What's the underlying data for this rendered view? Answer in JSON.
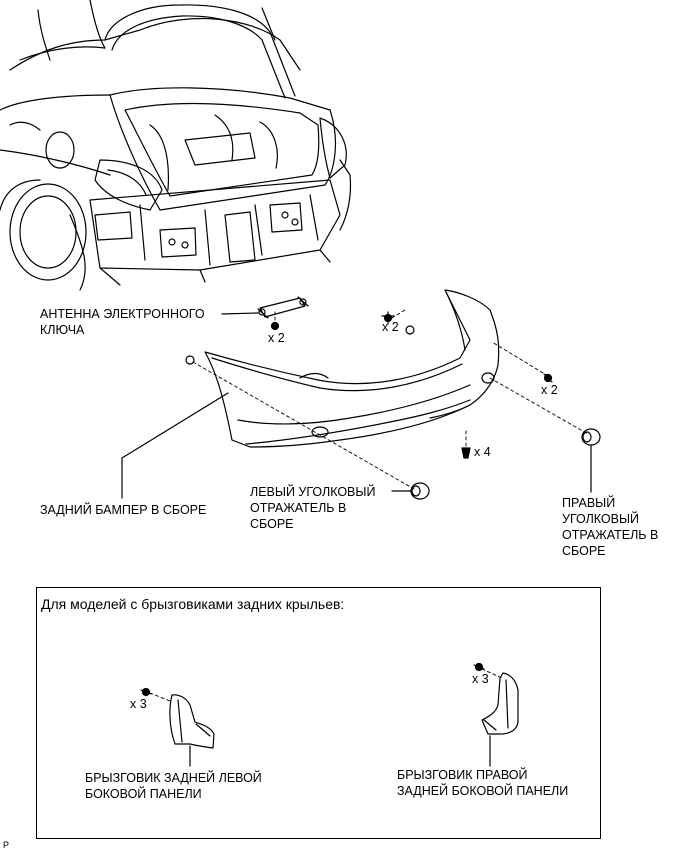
{
  "labels": {
    "antenna": "АНТЕННА ЭЛЕКТРОННОГО\nКЛЮЧА",
    "rear_bumper": "ЗАДНИЙ БАМПЕР В СБОРЕ",
    "left_reflector": "ЛЕВЫЙ УГОЛКОВЫЙ\nОТРАЖАТЕЛЬ В\nСБОРЕ",
    "right_reflector": "ПРАВЫЙ\nУГОЛКОВЫЙ\nОТРАЖАТЕЛЬ В\nСБОРЕ",
    "left_mudguard": "БРЫЗГОВИК ЗАДНЕЙ ЛЕВОЙ\nБОКОВОЙ ПАНЕЛИ",
    "right_mudguard": "БРЫЗГОВИК ПРАВОЙ\nЗАДНЕЙ БОКОВОЙ ПАНЕЛИ"
  },
  "quantities": {
    "antenna_nuts": "x 2",
    "top_left_screws": "x 2",
    "right_screws": "x 2",
    "bottom_clips": "x 4",
    "left_mudguard_screws": "x 3",
    "right_mudguard_screws": "x 3"
  },
  "box_title": "Для моделей с брызговиками задних крыльев:",
  "corner_code": "P"
}
